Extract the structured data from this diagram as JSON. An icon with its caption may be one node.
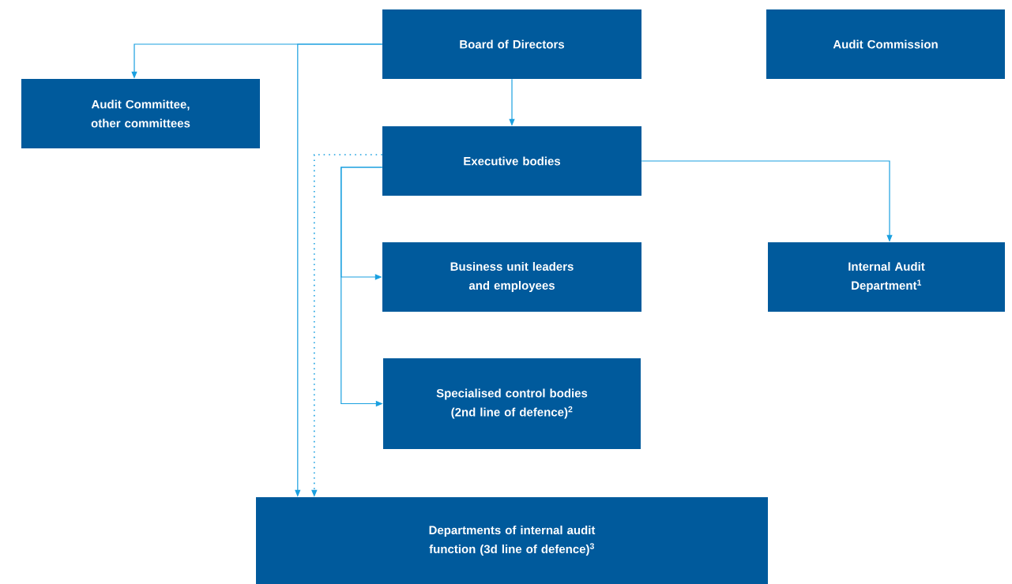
{
  "diagram": {
    "nodes": [
      {
        "text": [
          "Board of Directors"
        ]
      },
      {
        "text": [
          "Audit Commission"
        ]
      },
      {
        "text": [
          "Audit Committee, other committees"
        ]
      },
      {
        "text": [
          "Executive bodies"
        ]
      },
      {
        "text": [
          "Business unit leaders and employees"
        ]
      },
      {
        "text": [
          "Internal Audit Department$^{1}$"
        ]
      },
      {
        "text": [
          "Specialised control bodies (2nd line of defence)$^{2}$"
        ]
      },
      {
        "text": [
          "Departments of internal audit function (3d line of defence)$^{3}$"
        ]
      }
    ],
    "edges": [
      {
        "from": 0,
        "to": 2,
        "arrow": "to"
      },
      {
        "from": 0,
        "to": 7,
        "arrow": "to"
      },
      {
        "from": 0,
        "to": 3,
        "arrow": "to"
      },
      {
        "from": 3,
        "to": 7,
        "arrow": "to",
        "style": "dashed"
      },
      {
        "from": 3,
        "to": 4,
        "arrow": "to"
      },
      {
        "from": 3,
        "to": 6,
        "arrow": "to"
      },
      {
        "from": 3,
        "to": 5,
        "arrow": "to"
      }
    ]
  }
}
